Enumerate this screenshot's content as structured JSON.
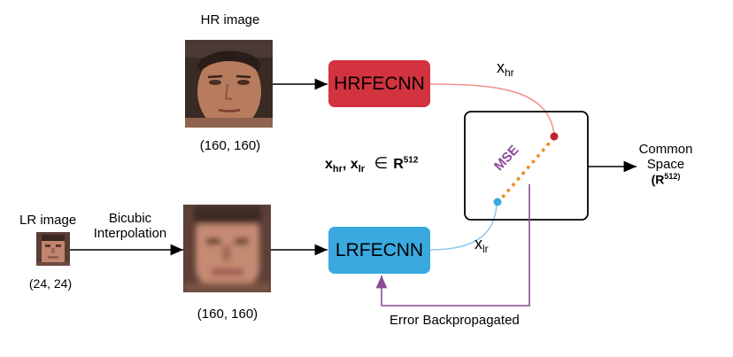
{
  "hr": {
    "title": "HR image",
    "size": "(160, 160)"
  },
  "lr": {
    "title": "LR image",
    "size": "(24, 24)",
    "upscaled_size": "(160, 160)"
  },
  "interp": {
    "line1": "Bicubic",
    "line2": "Interpolation"
  },
  "networks": {
    "hr_label": "HRFECNN",
    "lr_label": "LRFECNN",
    "hr_color": "#d3323f",
    "lr_color": "#3aa9e0"
  },
  "features": {
    "x_hr_base": "x",
    "x_hr_sub": "hr",
    "x_lr_base": "x",
    "x_lr_sub": "lr"
  },
  "membership": {
    "x1_base": "x",
    "x1_sub": "hr",
    "sep": ", ",
    "x2_base": "x",
    "x2_sub": "lr",
    "symbol": "∈",
    "space_base": "R",
    "space_sup": "512"
  },
  "loss": {
    "label": "MSE",
    "color": "#8a4b97"
  },
  "common_space": {
    "line1": "Common",
    "line2": "Space",
    "line3_open": "(",
    "line3_base": "R",
    "line3_sup": "512)"
  },
  "backprop": {
    "label": "Error Backpropagated",
    "color": "#8a4b97"
  }
}
